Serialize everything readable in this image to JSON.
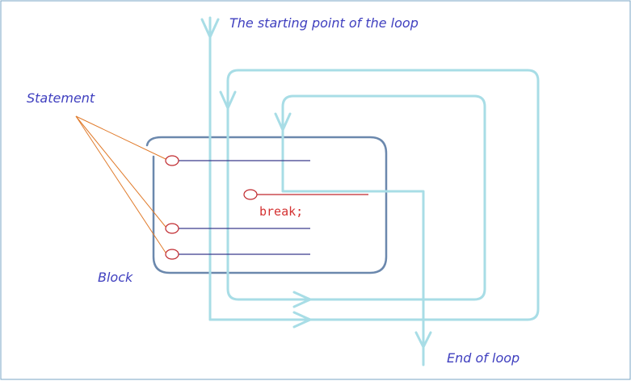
{
  "labels": {
    "start": "The starting point of the loop",
    "statement": "Statement",
    "block": "Block",
    "break_stmt": "break;",
    "end": "End of loop"
  },
  "colors": {
    "loop_path": "#a8dde6",
    "block_border": "#6b88ad",
    "statement_line": "#3a3a8c",
    "statement_marker": "#c0282d",
    "pointer_line": "#e07a2a",
    "label_blue": "#3f3fbf",
    "label_red": "#d43232",
    "frame": "#7aa6c4"
  },
  "icons": {
    "statement_marker": "circle",
    "flow_arrow": "chevron-arrow"
  }
}
